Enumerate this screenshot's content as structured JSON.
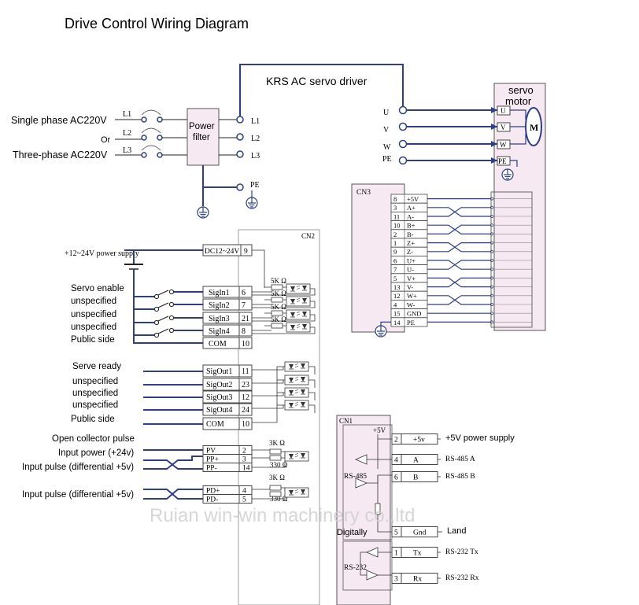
{
  "title": "Drive Control Wiring Diagram",
  "driver_label": "KRS AC servo driver",
  "watermark": "Ruian win-win machinery co.,ltd",
  "power_input": {
    "single_phase": "Single phase AC220V",
    "or": "Or",
    "three_phase": "Three-phase AC220V",
    "lines": [
      "L1",
      "L2",
      "L3"
    ],
    "filter_line1": "Power",
    "filter_line2": "filter",
    "driver_terminals": [
      "L1",
      "L2",
      "L3",
      "PE"
    ]
  },
  "motor": {
    "label_line1": "servo",
    "label_line2": "motor",
    "symbol": "M",
    "driver_terminals": [
      "U",
      "V",
      "W",
      "PE"
    ],
    "motor_terminals": [
      "U",
      "V",
      "W",
      "PE"
    ]
  },
  "cn3": {
    "label": "CN3",
    "pins": [
      {
        "num": "8",
        "name": "+5V"
      },
      {
        "num": "3",
        "name": "A+"
      },
      {
        "num": "11",
        "name": "A-"
      },
      {
        "num": "10",
        "name": "B+"
      },
      {
        "num": "2",
        "name": "B-"
      },
      {
        "num": "1",
        "name": "Z+"
      },
      {
        "num": "9",
        "name": "Z-"
      },
      {
        "num": "6",
        "name": "U+"
      },
      {
        "num": "7",
        "name": "U-"
      },
      {
        "num": "5",
        "name": "V+"
      },
      {
        "num": "13",
        "name": "V-"
      },
      {
        "num": "12",
        "name": "W+"
      },
      {
        "num": "4",
        "name": "W-"
      },
      {
        "num": "15",
        "name": "GND"
      },
      {
        "num": "14",
        "name": "PE"
      }
    ]
  },
  "cn2": {
    "label": "CN2",
    "supply_label": "+12~24V  power supply",
    "supply_terminal": {
      "name": "DC12~24V",
      "num": "9"
    },
    "resistor_5k": "5K Ω",
    "resistor_3k": "3K Ω",
    "resistor_330": "330 Ω",
    "inputs": [
      {
        "label": "Servo enable",
        "name": "SigIn1",
        "num": "6"
      },
      {
        "label": "unspecified",
        "name": "SigIn2",
        "num": "7"
      },
      {
        "label": "unspecified",
        "name": "SigIn3",
        "num": "21"
      },
      {
        "label": "unspecified",
        "name": "SigIn4",
        "num": "8"
      },
      {
        "label": "Public side",
        "name": "COM",
        "num": "10"
      }
    ],
    "outputs": [
      {
        "label": "Serve ready",
        "name": "SigOut1",
        "num": "11"
      },
      {
        "label": "unspecified",
        "name": "SigOut2",
        "num": "23"
      },
      {
        "label": "unspecified",
        "name": "SigOut3",
        "num": "12"
      },
      {
        "label": "unspecified",
        "name": "SigOut4",
        "num": "24"
      },
      {
        "label": "Public side",
        "name": "COM",
        "num": "10"
      }
    ],
    "pulse_labels": {
      "open_collector": "Open collector pulse",
      "input_power": "Input power (+24v)",
      "diff1": "Input pulse (differential +5v)",
      "diff2": "Input pulse (differential +5v)"
    },
    "pulse_pins": [
      {
        "name": "PV",
        "num": "2"
      },
      {
        "name": "PP+",
        "num": "3"
      },
      {
        "name": "PP-",
        "num": "14"
      }
    ],
    "dir_pins": [
      {
        "name": "PD+",
        "num": "4"
      },
      {
        "name": "PD-",
        "num": "5"
      }
    ]
  },
  "cn1": {
    "label": "CN1",
    "plus5v": "+5V",
    "rs485": "RS-485",
    "rs232": "RS-232",
    "digitally": "Digitally",
    "pins": [
      {
        "num": "2",
        "name": "+5v",
        "desc": "+5V  power supply"
      },
      {
        "num": "4",
        "name": "A",
        "desc": "RS-485  A"
      },
      {
        "num": "6",
        "name": "B",
        "desc": "RS-485  B"
      },
      {
        "num": "5",
        "name": "Gnd",
        "desc": "Land"
      },
      {
        "num": "1",
        "name": "Tx",
        "desc": "RS-232  Tx"
      },
      {
        "num": "3",
        "name": "Rx",
        "desc": "RS-232  Rx"
      }
    ]
  }
}
